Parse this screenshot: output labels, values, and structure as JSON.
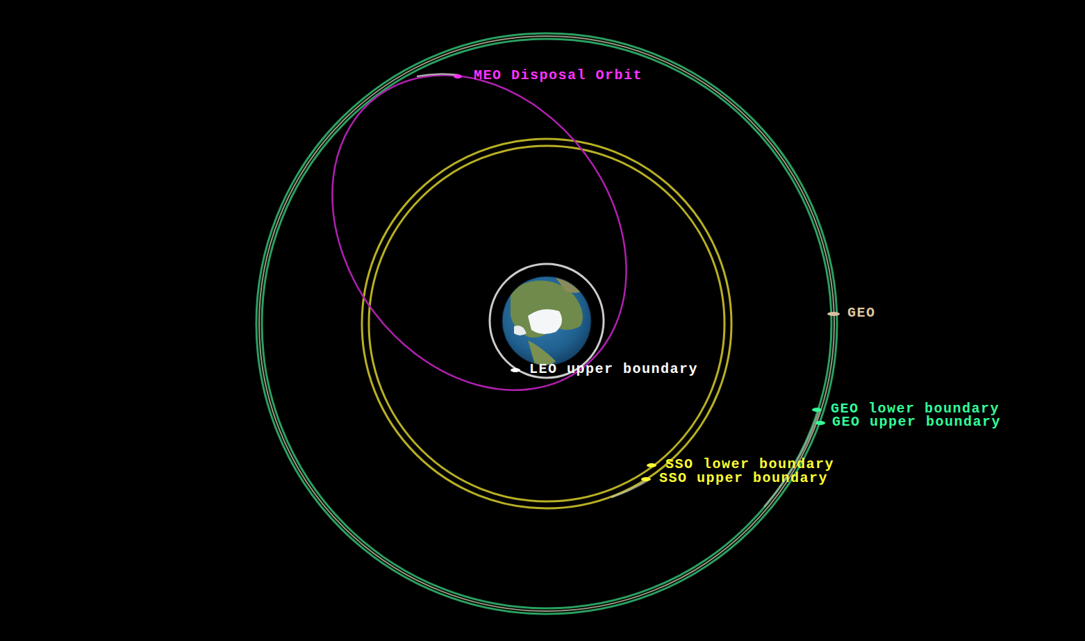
{
  "diagram": {
    "labels": [
      "MEO Disposal Orbit",
      "GEO",
      "LEO upper boundary",
      "GEO lower boundary",
      "GEO upper boundary",
      "SSO lower boundary",
      "SSO upper boundary"
    ]
  }
}
